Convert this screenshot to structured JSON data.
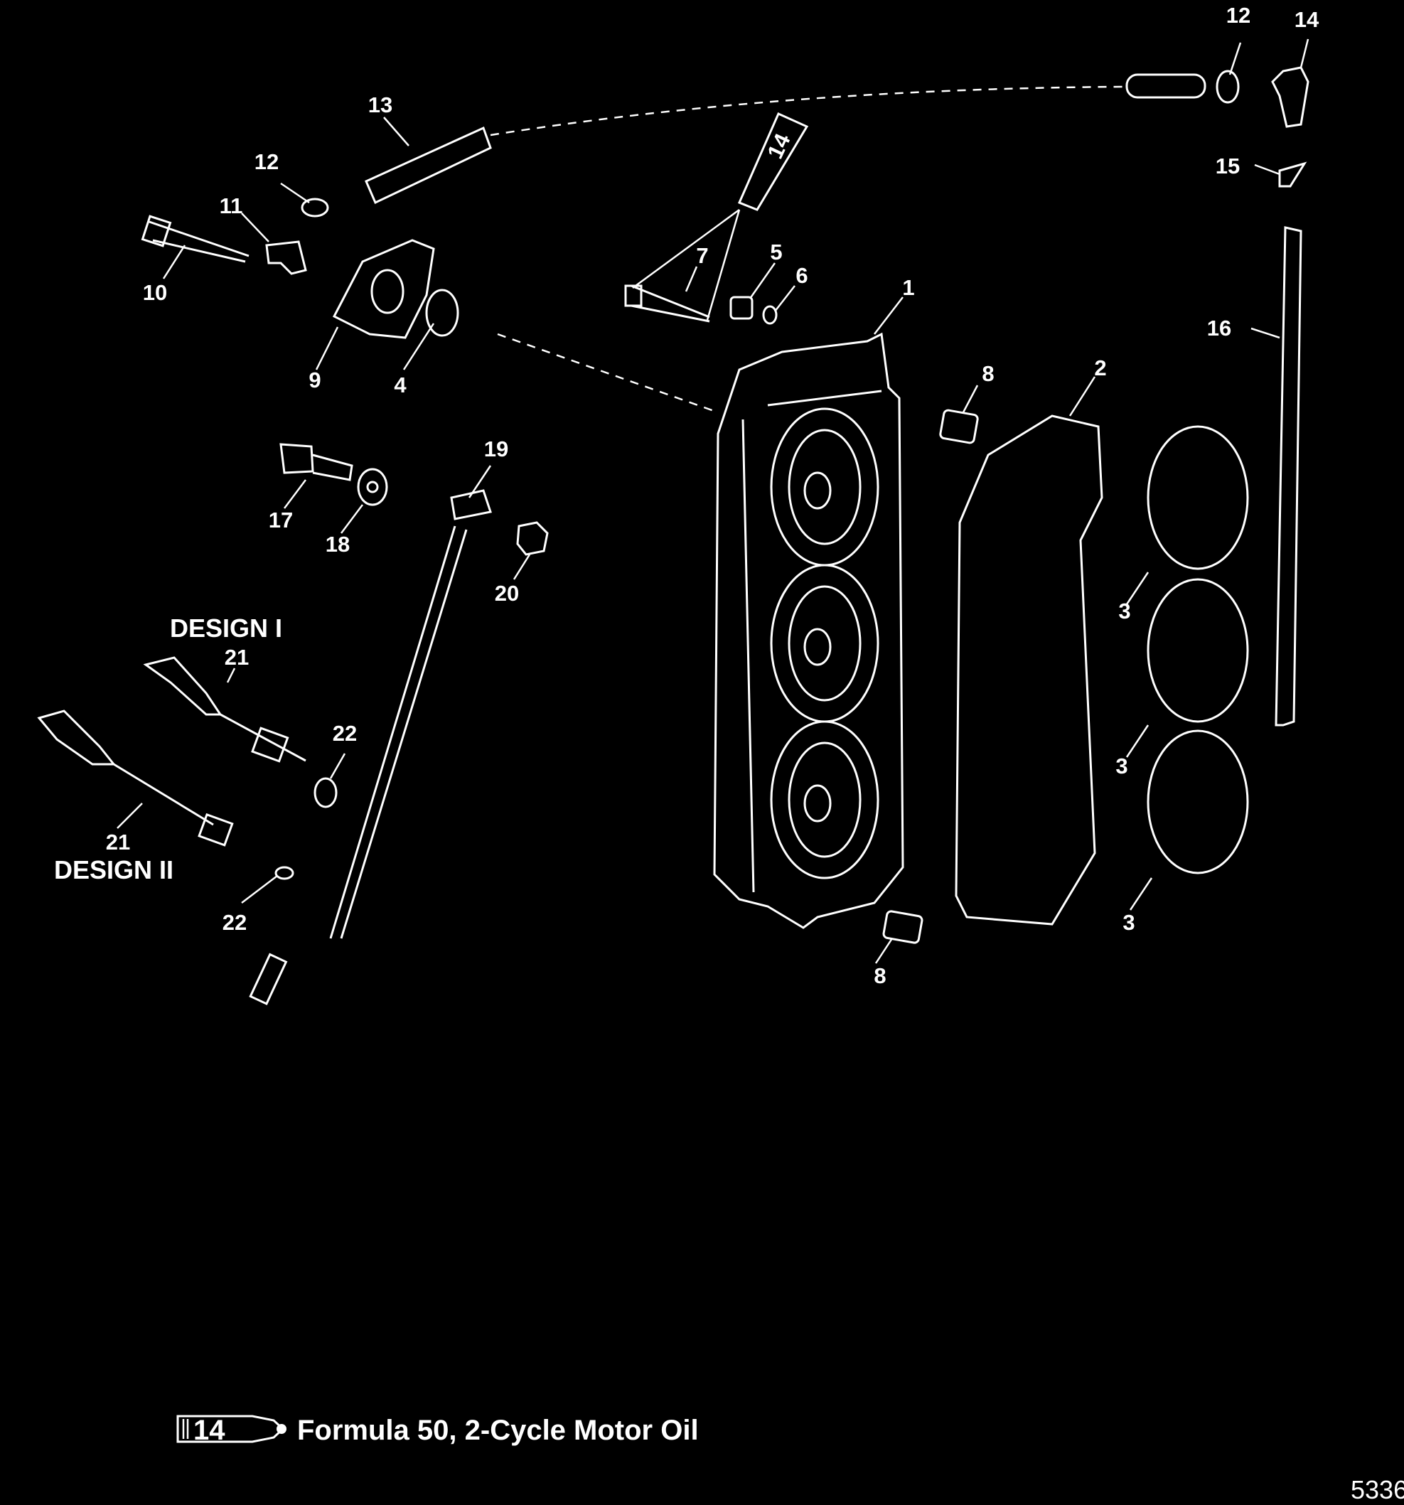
{
  "diagram": {
    "callouts": {
      "c1": "1",
      "c2": "2",
      "c3a": "3",
      "c3b": "3",
      "c3c": "3",
      "c4": "4",
      "c5": "5",
      "c6": "6",
      "c7": "7",
      "c8a": "8",
      "c8b": "8",
      "c9": "9",
      "c10": "10",
      "c11": "11",
      "c12a": "12",
      "c12b": "12",
      "c13": "13",
      "c14": "14",
      "c15": "15",
      "c16": "16",
      "c17": "17",
      "c18": "18",
      "c19": "19",
      "c20": "20",
      "c21a": "21",
      "c21b": "21",
      "c22a": "22",
      "c22b": "22"
    },
    "design_labels": {
      "design_1": "DESIGN I",
      "design_2": "DESIGN II"
    },
    "tube_label": "14",
    "legend": {
      "tube_number": "14",
      "text": "Formula 50, 2-Cycle Motor Oil"
    },
    "figure_number": "5336"
  }
}
